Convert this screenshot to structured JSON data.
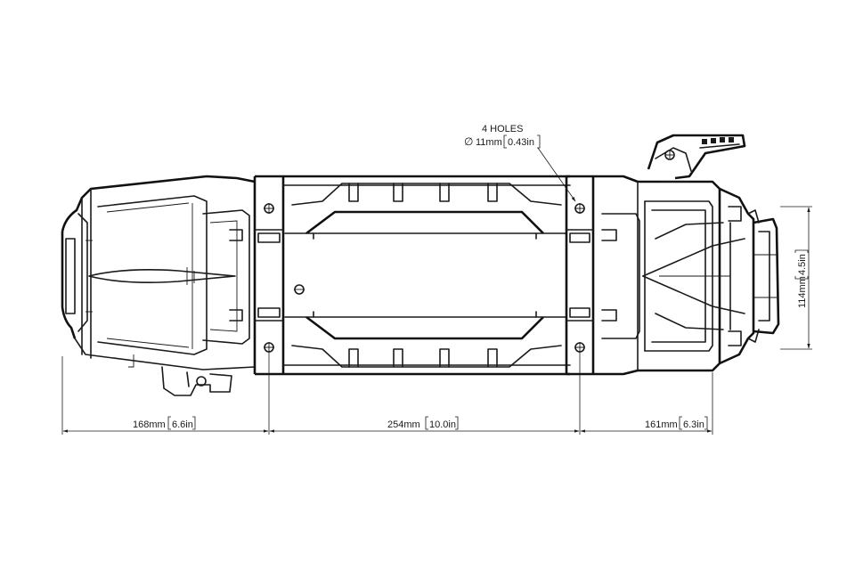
{
  "drawing": {
    "hole_note": {
      "count": "4 HOLES",
      "diameter_symbol": "∅",
      "diameter_mm": "11mm",
      "diameter_in": "0.43in"
    },
    "dimensions": {
      "left_overhang": {
        "mm": "168mm",
        "in": "6.6in"
      },
      "bolt_spacing": {
        "mm": "254mm",
        "in": "10.0in"
      },
      "right_overhang": {
        "mm": "161mm",
        "in": "6.3in"
      },
      "height": {
        "mm": "114mm",
        "in": "4.5in"
      }
    }
  }
}
